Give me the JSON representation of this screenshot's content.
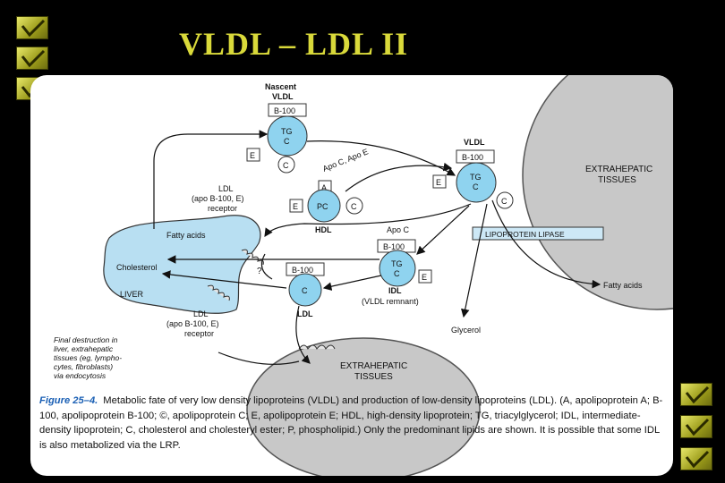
{
  "slide": {
    "title": "VLDL – LDL II"
  },
  "diagram": {
    "nascent_vldl_label_line1": "Nascent",
    "nascent_vldl_label_line2": "VLDL",
    "b100": "B-100",
    "tg": "TG",
    "c": "C",
    "e": "E",
    "c_circle": "C",
    "apo_c_apo_e": "Apo C, Apo E",
    "vldl_label": "VLDL",
    "a": "A",
    "pc": "PC",
    "hdl_label": "HDL",
    "apo_c": "Apo C",
    "ldl_receptor_top_line1": "LDL",
    "ldl_receptor_top_line2": "(apo B-100, E)",
    "ldl_receptor_top_line3": "receptor",
    "fatty_acids_liver": "Fatty acids",
    "cholesterol": "Cholesterol",
    "liver": "LIVER",
    "question_mark": "?",
    "ldl_particle_label": "LDL",
    "idl_label": "IDL",
    "idl_remnant": "(VLDL remnant)",
    "ldl_receptor_bottom_line1": "LDL",
    "ldl_receptor_bottom_line2": "(apo B-100, E)",
    "ldl_receptor_bottom_line3": "receptor",
    "extrahepatic_top_line1": "EXTRAHEPATIC",
    "extrahepatic_top_line2": "TISSUES",
    "lipoprotein_lipase": "LIPOPROTEIN LIPASE",
    "fatty_acids_right": "Fatty acids",
    "glycerol": "Glycerol",
    "extrahepatic_bottom_line1": "EXTRAHEPATIC",
    "extrahepatic_bottom_line2": "TISSUES",
    "final_destruction_lines": [
      "Final destruction in",
      "liver, extrahepatic",
      "tissues (eg, lympho-",
      "cytes, fibroblasts)",
      "via endocytosis"
    ]
  },
  "caption": {
    "figure_label": "Figure 25–4.",
    "text": "Metabolic fate of very low density lipoproteins (VLDL) and production of low-density lipoproteins (LDL). (A, apolipoprotein A; B-100, apolipoprotein B-100; ©, apolipoprotein C; E, apolipoprotein E; HDL, high-density lipoprotein; TG, triacylglycerol; IDL, intermediate-density lipoprotein; C, cholesterol and cholesteryl ester; P, phospholipid.) Only the predominant lipids are shown. It is possible that some IDL is also metabolized via the LRP."
  },
  "colors": {
    "title": "#d9d93a",
    "particle_fill": "#8fd3ef",
    "liver_fill": "#b8dff2",
    "tissue_fill": "#c8c8c8",
    "lipase_fill": "#cde8f6",
    "figure_label": "#1a5fb4"
  }
}
